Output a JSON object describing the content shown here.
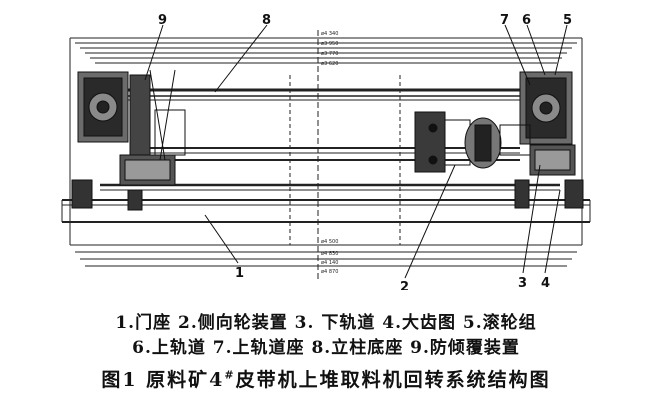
{
  "diagram": {
    "callouts": [
      {
        "id": "1",
        "text": "1"
      },
      {
        "id": "2",
        "text": "2"
      },
      {
        "id": "3",
        "text": "3"
      },
      {
        "id": "4",
        "text": "4"
      },
      {
        "id": "5",
        "text": "5"
      },
      {
        "id": "6",
        "text": "6"
      },
      {
        "id": "7",
        "text": "7"
      },
      {
        "id": "8",
        "text": "8"
      },
      {
        "id": "9",
        "text": "9"
      }
    ]
  },
  "legend": {
    "line1": "1.门座   2.侧向轮装置   3. 下轨道   4.大齿图   5.滚轮组",
    "line2": "6.上轨道   7.上轨道座   8.立柱底座   9.防倾覆装置"
  },
  "caption": {
    "prefix": "图1   原料矿4",
    "superscript": "#",
    "suffix": "皮带机上堆取料机回转系统结构图"
  }
}
